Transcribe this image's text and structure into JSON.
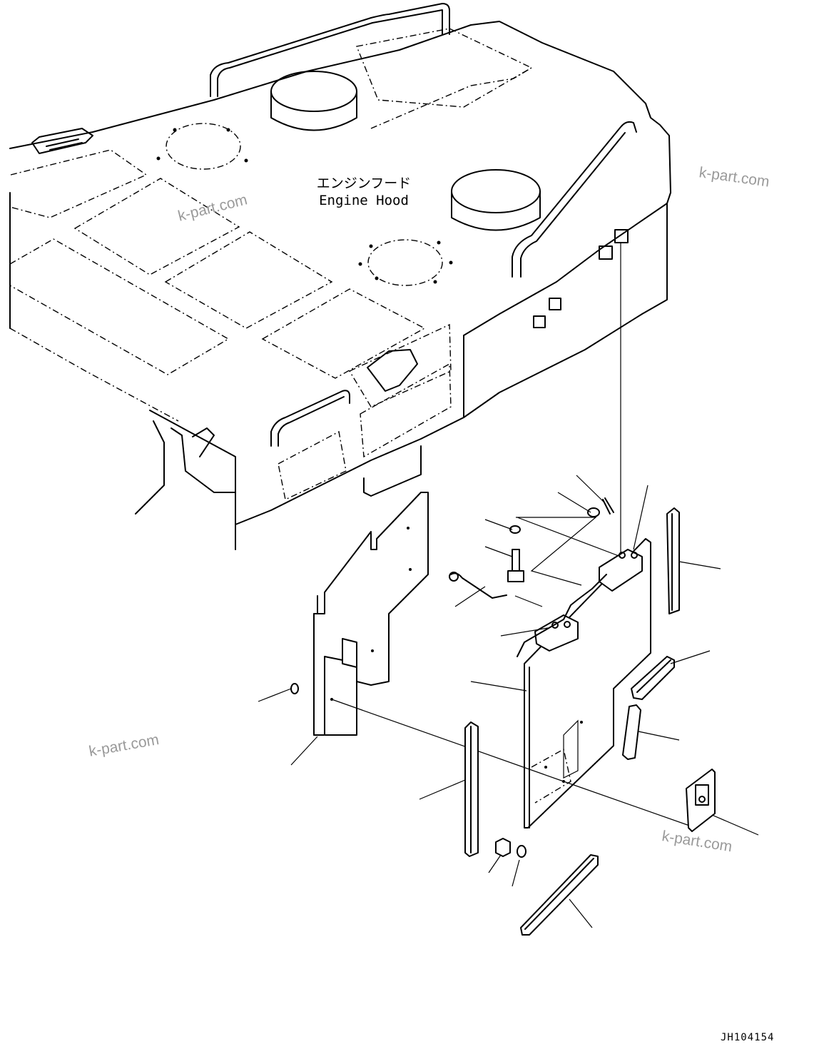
{
  "label": {
    "jp": "エンジンフード",
    "en": "Engine Hood"
  },
  "watermarks": [
    "k-part.com",
    "k-part.com",
    "k-part.com",
    "k-part.com"
  ],
  "drawing_code": "JH104154"
}
